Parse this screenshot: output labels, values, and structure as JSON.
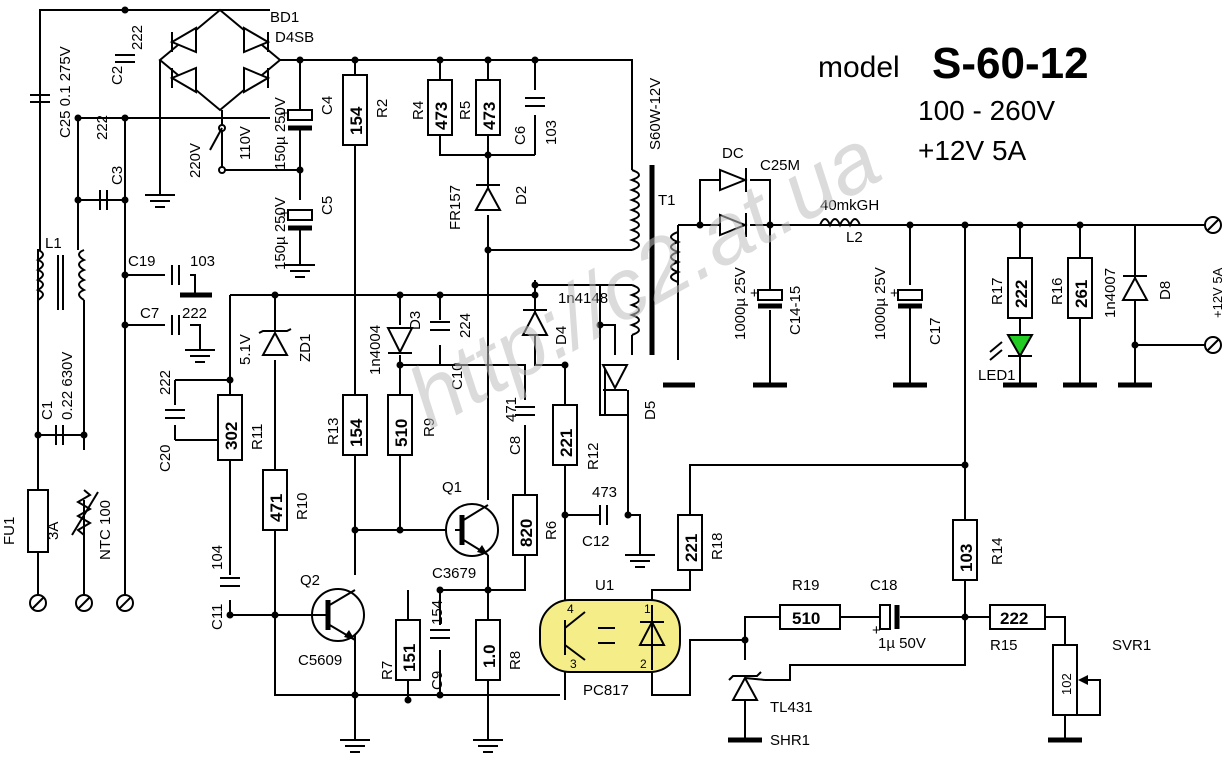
{
  "title": {
    "model_word": "model",
    "model_name": "S-60-12",
    "input_range": "100 - 260V",
    "output_rating": "+12V  5A"
  },
  "watermark": "http://c2.at.ua",
  "transformer": {
    "ref": "T1",
    "part": "S60W-12V"
  },
  "bridge": {
    "ref": "BD1",
    "part": "D4SB"
  },
  "switch": {
    "label_220": "220V",
    "label_110": "110V"
  },
  "capacitors": {
    "c25": "C25 0.1 275V",
    "c2": {
      "ref": "C2",
      "value": "222"
    },
    "c3": {
      "ref": "C3",
      "value": "222"
    },
    "c19": {
      "ref": "C19",
      "value": "103"
    },
    "c7": {
      "ref": "C7",
      "value": "222"
    },
    "c1": {
      "ref": "C1",
      "value": "0.22 630V"
    },
    "c4": {
      "ref": "C4",
      "value": "150µ 250V"
    },
    "c5": {
      "ref": "C5",
      "value": "150µ 250V"
    },
    "c6": {
      "ref": "C6",
      "value": "103"
    },
    "c20": {
      "ref": "C20",
      "value": "222"
    },
    "c11": {
      "ref": "C11",
      "value": "104"
    },
    "c10": {
      "ref": "C10",
      "value": "224"
    },
    "c8": {
      "ref": "C8",
      "value": "471"
    },
    "c12": {
      "ref": "C12",
      "value": "473"
    },
    "c9": {
      "ref": "C9",
      "value": "154"
    },
    "c14": {
      "ref": "C14-15",
      "value": "1000µ 25V"
    },
    "c17": {
      "ref": "C17",
      "value": "1000µ 25V"
    },
    "c18": {
      "ref": "C18",
      "value": "1µ 50V"
    }
  },
  "resistors": {
    "r2": {
      "ref": "R2",
      "value": "154"
    },
    "r4": {
      "ref": "R4",
      "value": "473"
    },
    "r5": {
      "ref": "R5",
      "value": "473"
    },
    "r11": {
      "ref": "R11",
      "value": "302"
    },
    "r10": {
      "ref": "R10",
      "value": "471"
    },
    "r13": {
      "ref": "R13",
      "value": "154"
    },
    "r9": {
      "ref": "R9",
      "value": "510"
    },
    "r6": {
      "ref": "R6",
      "value": "820"
    },
    "r12": {
      "ref": "R12",
      "value": "221"
    },
    "r7": {
      "ref": "R7",
      "value": "151"
    },
    "r8": {
      "ref": "R8",
      "value": "1.0"
    },
    "r18": {
      "ref": "R18",
      "value": "221"
    },
    "r19": {
      "ref": "R19",
      "value": "510"
    },
    "r14": {
      "ref": "R14",
      "value": "103"
    },
    "r15": {
      "ref": "R15",
      "value": "222"
    },
    "r17": {
      "ref": "R17",
      "value": "222"
    },
    "r16": {
      "ref": "R16",
      "value": "261"
    },
    "svr1": {
      "ref": "SVR1",
      "value": "102"
    }
  },
  "diodes": {
    "d2": {
      "ref": "D2",
      "part": "FR157"
    },
    "d3": {
      "ref": "D3",
      "part": "1n4004"
    },
    "d4": {
      "ref": "D4",
      "part": "1n4148"
    },
    "d5": {
      "ref": "D5"
    },
    "dc": {
      "ref": "DC",
      "part": "C25M"
    },
    "zd1": {
      "ref": "ZD1",
      "value": "5.1V"
    },
    "d8": {
      "ref": "D8",
      "part": "1n4007"
    },
    "led1": {
      "ref": "LED1"
    }
  },
  "transistors": {
    "q1": {
      "ref": "Q1",
      "part": "C3679"
    },
    "q2": {
      "ref": "Q2",
      "part": "C5609"
    }
  },
  "inductors": {
    "l1": {
      "ref": "L1"
    },
    "l2": {
      "ref": "L2",
      "value": "40mkGH"
    }
  },
  "optocoupler": {
    "ref": "U1",
    "part": "PC817",
    "pin1": "1",
    "pin2": "2",
    "pin3": "3",
    "pin4": "4"
  },
  "regulator": {
    "part": "TL431",
    "ref": "SHR1"
  },
  "fuse": {
    "ref": "FU1",
    "value": "3A"
  },
  "thermistor": {
    "value": "NTC 100"
  },
  "output": {
    "label": "+12V  5A"
  },
  "colors": {
    "led": "#22cc22",
    "optocoupler_fill": "#f5ee88",
    "watermark": "#bfbfbf"
  }
}
